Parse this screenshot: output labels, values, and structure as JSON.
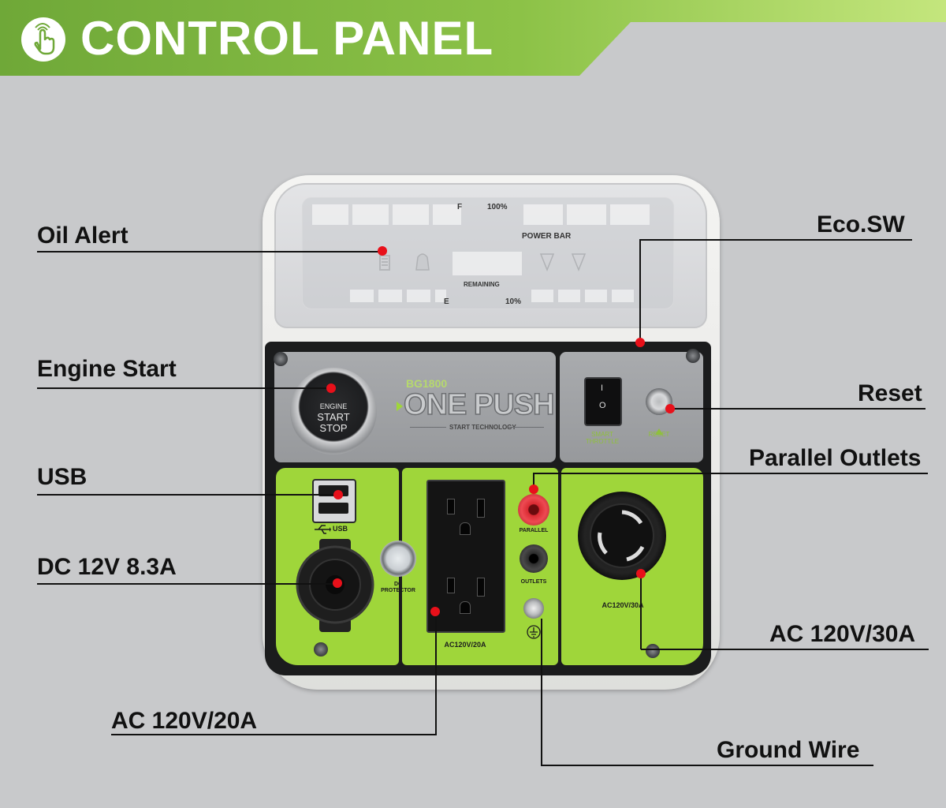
{
  "header": {
    "title": "CONTROL PANEL",
    "icon": "hand-pointer-icon",
    "accent_color": "#7ab341",
    "gradient_end": "#c6e67d"
  },
  "callouts": {
    "oil_alert": "Oil Alert",
    "eco_sw": "Eco.SW",
    "engine_start": "Engine Start",
    "reset": "Reset",
    "usb": "USB",
    "parallel_outlets": "Parallel Outlets",
    "dc": "DC 12V 8.3A",
    "ac_30a": "AC 120V/30A",
    "ac_20a": "AC 120V/20A",
    "ground_wire": "Ground Wire"
  },
  "display": {
    "f": "F",
    "pct_100": "100%",
    "power_bar": "POWER BAR",
    "remaining": "REMAINING",
    "e": "E",
    "pct_10": "10%"
  },
  "start_button": {
    "line1": "ENGINE",
    "line2": "START",
    "line3": "STOP"
  },
  "brand": {
    "model": "BG1800",
    "main": "ONE PUSH",
    "sub": "START TECHNOLOGY"
  },
  "switch_panel": {
    "rocker_on": "I",
    "rocker_off": "O",
    "smart_throttle_1": "SMART",
    "smart_throttle_2": "THROTTLE",
    "reset": "RESET"
  },
  "ports": {
    "usb": "USB",
    "dc_protector_1": "DC",
    "dc_protector_2": "PROTECTOR",
    "ac_20a": "AC120V/20A",
    "parallel": "PARALLEL",
    "outlets": "OUTLETS",
    "ac_30a": "AC120V/30A"
  },
  "colors": {
    "panel_green": "#9fd63a",
    "alert_dot": "#e8101a"
  }
}
